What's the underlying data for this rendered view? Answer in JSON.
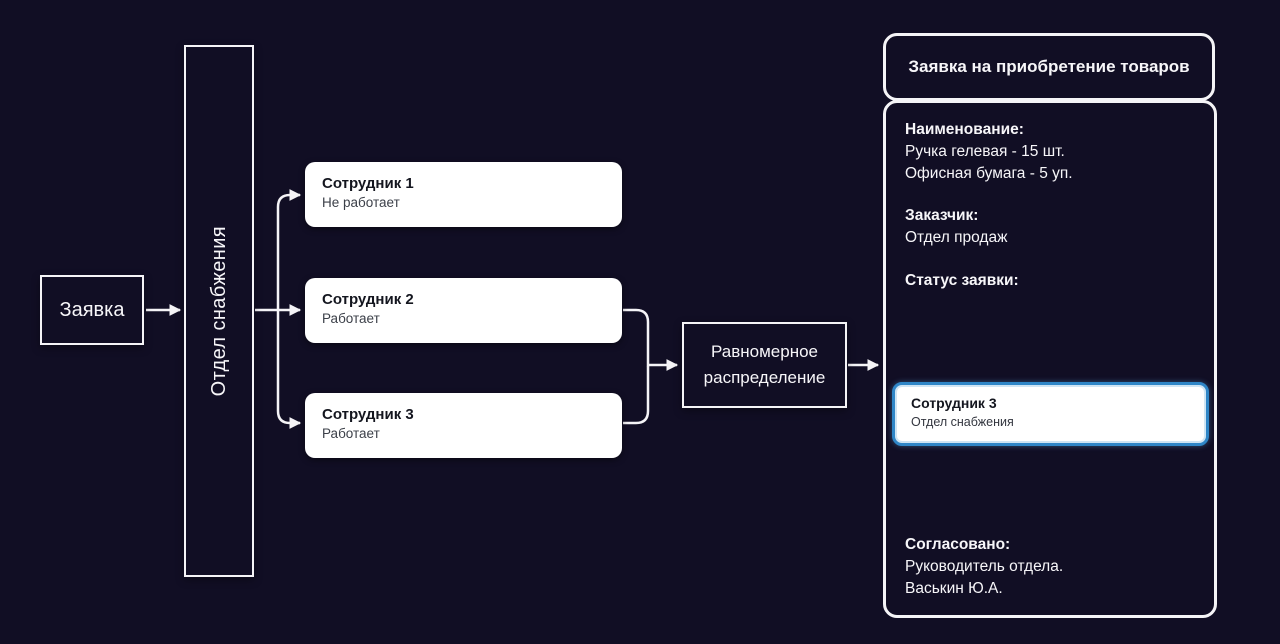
{
  "colors": {
    "background": "#110e24",
    "stroke": "#f5f4f7",
    "node_fill": "#ffffff",
    "highlight_border": "#2f86c7"
  },
  "flow": {
    "request": {
      "label": "Заявка"
    },
    "department": {
      "label": "Отдел снабжения"
    },
    "employees": [
      {
        "name": "Сотрудник 1",
        "status": "Не работает"
      },
      {
        "name": "Сотрудник 2",
        "status": "Работает"
      },
      {
        "name": "Сотрудник 3",
        "status": "Работает"
      }
    ],
    "distribution": {
      "label": "Равномерное распределение"
    }
  },
  "order_panel": {
    "title": "Заявка на приобретение товаров",
    "items_label": "Наименование:",
    "items": [
      "Ручка гелевая - 15 шт.",
      "Офисная бумага - 5 уп."
    ],
    "customer_label": "Заказчик:",
    "customer": "Отдел продаж",
    "status_label": "Статус заявки:",
    "assignee_card": {
      "name": "Сотрудник 3",
      "department": "Отдел снабжения"
    },
    "approved_label": "Согласовано:",
    "approved_lines": [
      "Руководитель отдела.",
      "Васькин Ю.А."
    ]
  }
}
